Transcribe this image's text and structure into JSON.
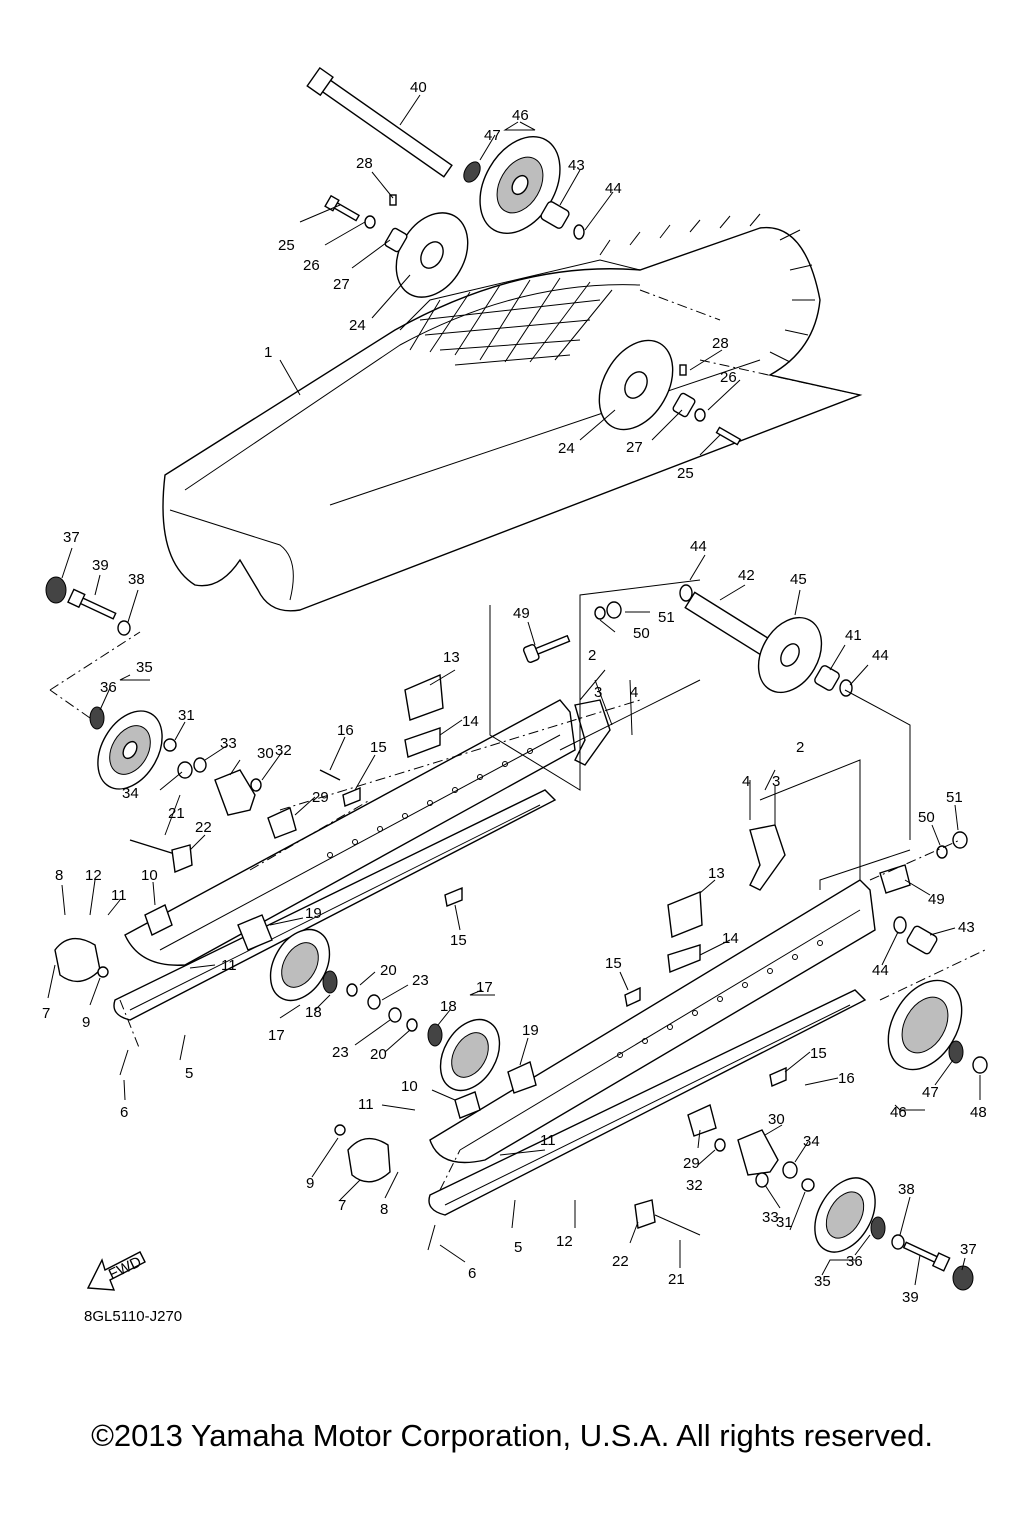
{
  "drawing_code": "8GL5110-J270",
  "copyright": "©2013 Yamaha Motor Corporation, U.S.A. All rights reserved.",
  "fwd_label": "FWD",
  "callouts": {
    "c1": "1",
    "c2a": "2",
    "c2b": "2",
    "c3a": "3",
    "c3b": "3",
    "c4a": "4",
    "c4b": "4",
    "c5a": "5",
    "c5b": "5",
    "c6a": "6",
    "c6b": "6",
    "c7a": "7",
    "c7b": "7",
    "c8a": "8",
    "c8b": "8",
    "c9a": "9",
    "c9b": "9",
    "c10a": "10",
    "c10b": "10",
    "c11a": "11",
    "c11b": "11",
    "c11c": "11",
    "c11d": "11",
    "c12a": "12",
    "c12b": "12",
    "c13a": "13",
    "c13b": "13",
    "c14a": "14",
    "c14b": "14",
    "c15a": "15",
    "c15b": "15",
    "c15c": "15",
    "c15d": "15",
    "c16a": "16",
    "c16b": "16",
    "c17a": "17",
    "c17b": "17",
    "c18a": "18",
    "c18b": "18",
    "c19a": "19",
    "c19b": "19",
    "c20a": "20",
    "c20b": "20",
    "c21a": "21",
    "c21b": "21",
    "c22a": "22",
    "c22b": "22",
    "c23a": "23",
    "c23b": "23",
    "c24a": "24",
    "c24b": "24",
    "c25a": "25",
    "c25b": "25",
    "c26a": "26",
    "c26b": "26",
    "c27a": "27",
    "c27b": "27",
    "c28a": "28",
    "c28b": "28",
    "c29a": "29",
    "c29b": "29",
    "c30a": "30",
    "c30b": "30",
    "c31a": "31",
    "c31b": "31",
    "c32a": "32",
    "c32b": "32",
    "c33a": "33",
    "c33b": "33",
    "c34a": "34",
    "c34b": "34",
    "c35a": "35",
    "c35b": "35",
    "c36a": "36",
    "c36b": "36",
    "c37a": "37",
    "c37b": "37",
    "c38a": "38",
    "c38b": "38",
    "c39a": "39",
    "c39b": "39",
    "c40": "40",
    "c41": "41",
    "c42": "42",
    "c43a": "43",
    "c43b": "43",
    "c44a": "44",
    "c44b": "44",
    "c44c": "44",
    "c44d": "44",
    "c45": "45",
    "c46a": "46",
    "c46b": "46",
    "c47a": "47",
    "c47b": "47",
    "c48": "48",
    "c49a": "49",
    "c49b": "49",
    "c50a": "50",
    "c50b": "50",
    "c51a": "51",
    "c51b": "51"
  }
}
